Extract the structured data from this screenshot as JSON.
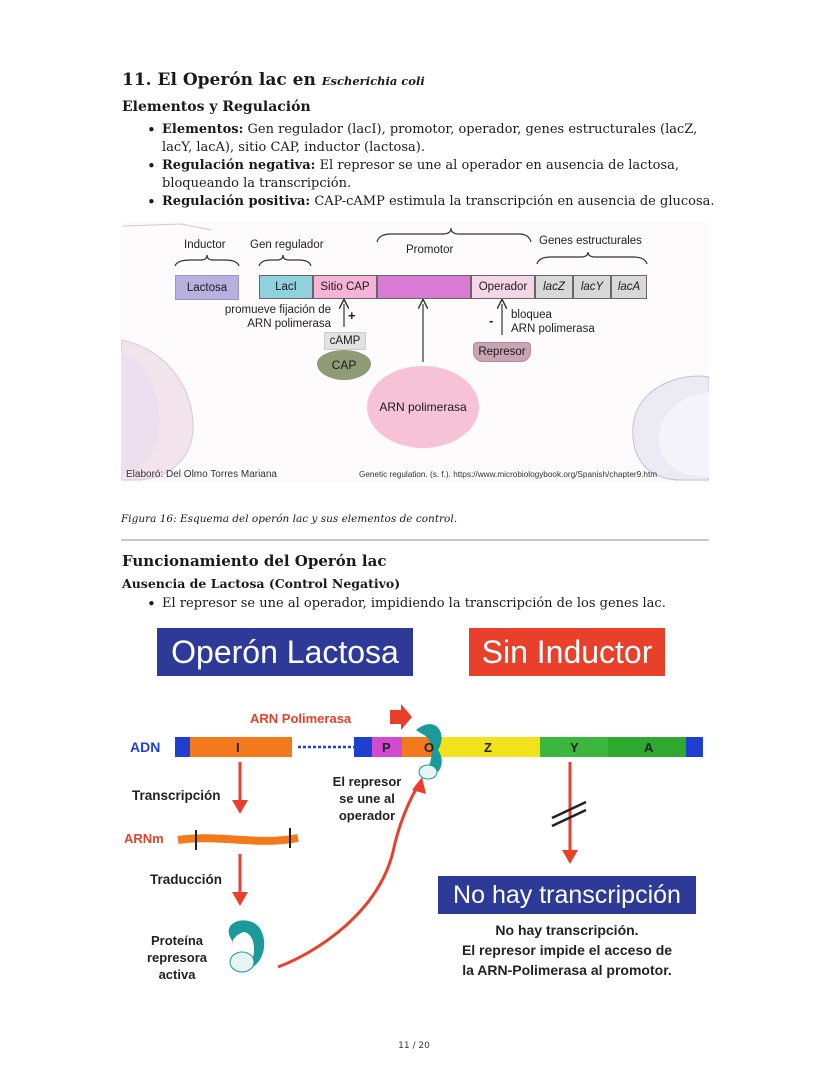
{
  "section1": {
    "title": "11. El Operón lac en",
    "title_species": "Escherichia coli",
    "subtitle": "Elementos y Regulación",
    "bullets": [
      {
        "label": "Elementos:",
        "text": " Gen regulador (lacI), promotor, operador, genes estructurales (lacZ, lacY, lacA), sitio CAP, inductor (lactosa)."
      },
      {
        "label": "Regulación negativa:",
        "text": " El represor se une al operador en ausencia de lactosa, bloqueando la transcripción."
      },
      {
        "label": "Regulación positiva:",
        "text": " CAP-cAMP estimula la transcripción en ausencia de glucosa."
      }
    ]
  },
  "figure1": {
    "inductor_label": "Inductor",
    "gen_regulador_label": "Gen regulador",
    "promotor_label": "Promotor",
    "genes_estructurales_label": "Genes estructurales",
    "lactosa": "Lactosa",
    "laci": "LacI",
    "sitio_cap": "Sitio CAP",
    "operador": "Operador",
    "lacz": "lacZ",
    "lacy": "lacY",
    "laca": "lacA",
    "promueve_1": "promueve fijación de",
    "promueve_2": "ARN polimerasa",
    "plus": "+",
    "minus": "-",
    "bloquea_1": "bloquea",
    "bloquea_2": "ARN polimerasa",
    "camp": "cAMP",
    "cap": "CAP",
    "represor": "Represor",
    "arn_polimerasa": "ARN polimerasa",
    "credit_left": "Elaboró: Del Olmo Torres Mariana",
    "credit_right": "Genetic regulation. (s. f.). https://www.microbiologybook.org/Spanish/chapter9.htm",
    "caption": "Figura 16: Esquema del operón lac y sus elementos de control.",
    "colors": {
      "lactosa": "#b7b1e0",
      "laci": "#8fd1dc",
      "sitio_cap": "#f5b3d6",
      "promotor": "#d97bd4",
      "operador": "#f6d6e6",
      "genes": "#d8d8d8"
    }
  },
  "section2": {
    "title": "Funcionamiento del Operón lac",
    "subtitle": "Ausencia de Lactosa (Control Negativo)",
    "bullet": "El represor se une al operador, impidiendo la transcripción de los genes lac."
  },
  "figure2": {
    "banner_left": "Operón Lactosa",
    "banner_right": "Sin Inductor",
    "arn_pol": "ARN Polimerasa",
    "adn": "ADN",
    "gene_i": "I",
    "gene_p": "P",
    "gene_o": "O",
    "gene_z": "Z",
    "gene_y": "Y",
    "gene_a": "A",
    "transcripcion": "Transcripción",
    "arnm": "ARNm",
    "traduccion": "Traducción",
    "proteina_1": "Proteína",
    "proteina_2": "represora",
    "proteina_3": "activa",
    "represor_1": "El represor",
    "represor_2": "se une al",
    "represor_3": "operador",
    "no_hay_banner": "No hay transcripción",
    "note_1": "No hay transcripción.",
    "note_2": "El represor impide el acceso de",
    "note_3": "la ARN-Polimerasa al promotor.",
    "colors": {
      "blue_banner": "#2e3a98",
      "red_banner": "#e8402a",
      "dna_blue": "#1f3fd0",
      "orange": "#f27a1c",
      "yellow": "#f2e21c",
      "green": "#3cb63c",
      "magenta": "#d24ad0",
      "teal": "#1a9a9a",
      "arrow": "#e8402a"
    }
  },
  "footer": {
    "page": "11 / 20"
  }
}
